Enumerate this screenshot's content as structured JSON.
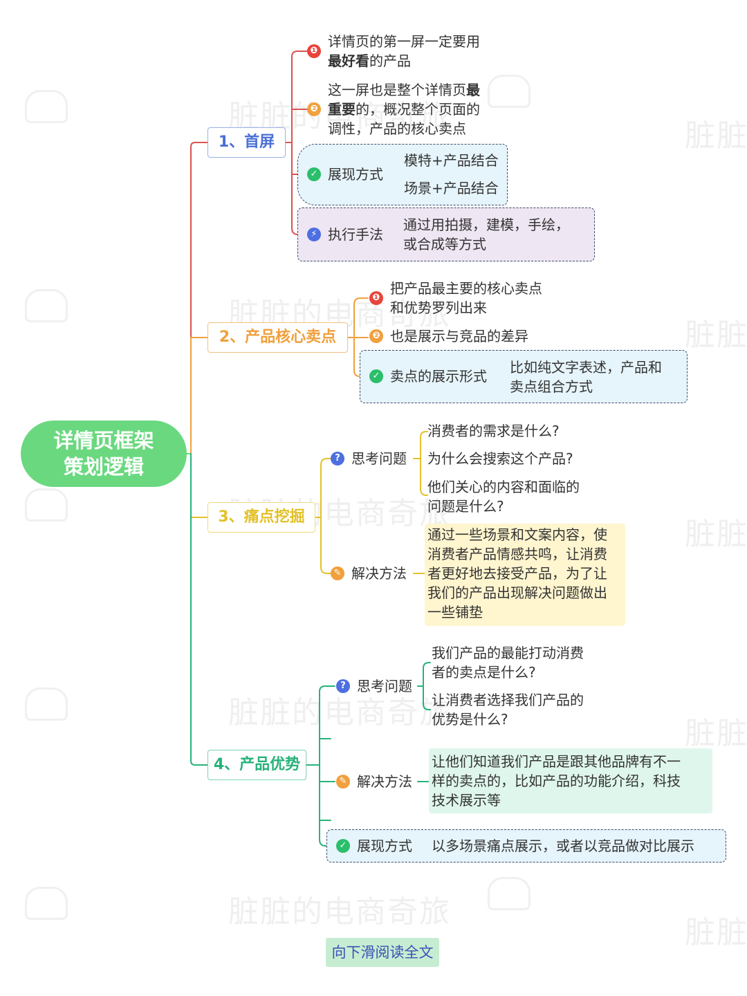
{
  "watermark": {
    "text": "脏脏的电商奇旅",
    "text_short": "脏脏"
  },
  "root": {
    "label": "详情页框架\n策划逻辑",
    "color": "#6ad87f"
  },
  "branch1": {
    "label": "1、首屏",
    "color": "#4a6fd6",
    "item1": {
      "line1": "详情页的第一屏一定要用",
      "bold": "最好看",
      "rest": "的产品"
    },
    "item2": {
      "line1_plain": "这一屏也是整个详情页",
      "line1_bold": "最",
      "line2_bold": "重要",
      "line2_plain": "的，概况整个页面的",
      "line3": "调性，产品的核心卖点"
    },
    "show": {
      "label": "展现方式",
      "opt1": "模特+产品结合",
      "opt2": "场景+产品结合"
    },
    "exec": {
      "label": "执行手法",
      "line1": "通过用拍摄，建模，手绘，",
      "line2": "或合成等方式"
    }
  },
  "branch2": {
    "label": "2、产品核心卖点",
    "color": "#f0a03c",
    "item1": {
      "line1": "把产品最主要的核心卖点",
      "line2": "和优势罗列出来"
    },
    "item2": "也是展示与竞品的差异",
    "form": {
      "label": "卖点的展示形式",
      "line1": "比如纯文字表述，产品和",
      "line2": "卖点组合方式"
    }
  },
  "branch3": {
    "label": "3、痛点挖掘",
    "color": "#e3c128",
    "think": {
      "label": "思考问题",
      "q1": "消费者的需求是什么?",
      "q2": "为什么会搜索这个产品?",
      "q3_line1": "他们关心的内容和面临的",
      "q3_line2": "问题是什么?"
    },
    "solve": {
      "label": "解决方法",
      "lines": [
        "通过一些场景和文案内容，使",
        "消费者产品情感共鸣，让消费",
        "者更好地去接受产品，为了让",
        "我们的产品出现解决问题做出",
        "一些铺垫"
      ]
    }
  },
  "branch4": {
    "label": "4、产品优势",
    "color": "#27b27a",
    "think": {
      "label": "思考问题",
      "q1_line1": "我们产品的最能打动消费",
      "q1_line2": "者的卖点是什么?",
      "q2_line1": "让消费者选择我们产品的",
      "q2_line2": "优势是什么?"
    },
    "solve": {
      "label": "解决方法",
      "line1": "让他们知道我们产品是跟其他品牌有不一",
      "line2": "样的卖点的，比如产品的功能介绍，科技",
      "line3": "技术展示等"
    },
    "show": {
      "label": "展现方式",
      "value": "以多场景痛点展示，或者以竞品做对比展示"
    }
  },
  "icons": {
    "num1": "❶",
    "num2": "❷",
    "check": "✓",
    "bolt": "⚡",
    "question": "?",
    "pencil": "✎"
  },
  "footer": {
    "label": "向下滑阅读全文"
  }
}
